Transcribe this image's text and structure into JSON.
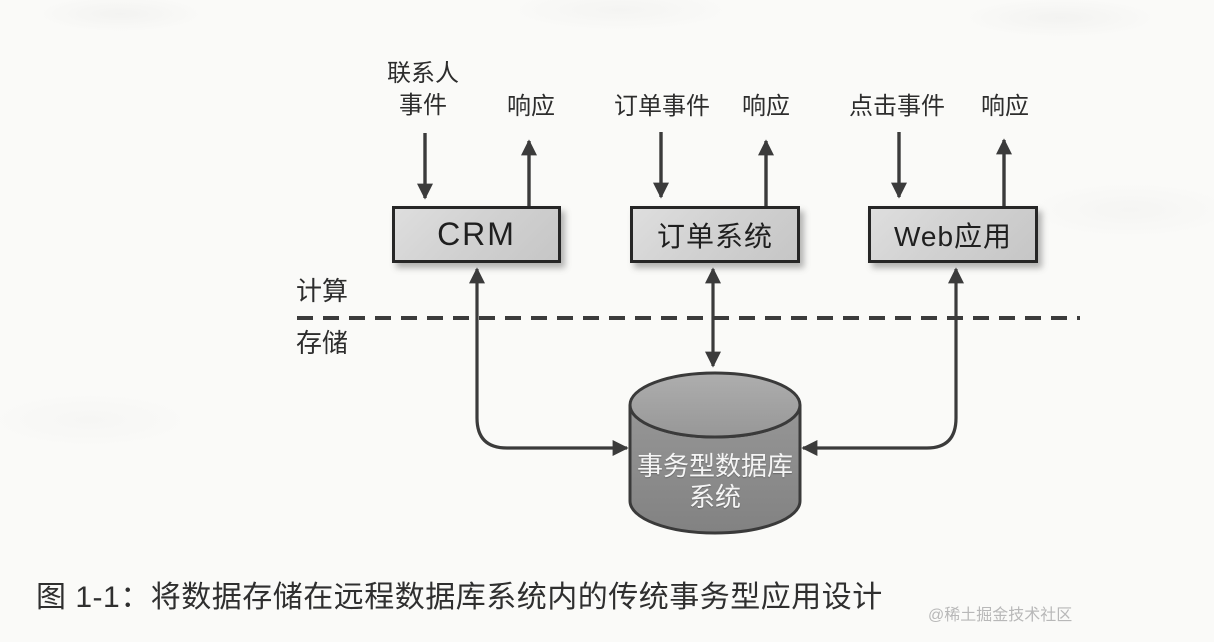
{
  "figure": {
    "compute_label": "计算",
    "storage_label": "存储",
    "systems": [
      {
        "box_label": "CRM",
        "event_label_lines": [
          "联系人",
          "事件"
        ],
        "response_label": "响应"
      },
      {
        "box_label": "订单系统",
        "event_label_lines": [
          "订单事件"
        ],
        "response_label": "响应"
      },
      {
        "box_label": "Web应用",
        "event_label_lines": [
          "点击事件"
        ],
        "response_label": "响应"
      }
    ],
    "database_label_lines": [
      "事务型数据库",
      "系统"
    ]
  },
  "caption": "图 1-1：将数据存储在远程数据库系统内的传统事务型应用设计",
  "watermark": "@稀土掘金技术社区",
  "colors": {
    "arrow_line": "#3b3b3b",
    "box_fill": "#d2d2d2",
    "box_border": "#262626",
    "cylinder_body": "#8b8b8b",
    "cylinder_top": "#a2a2a2",
    "label_text": "#2d2d2d",
    "db_text": "#f5f5f5",
    "caption_text": "#2f2f2f",
    "watermark_text": "#b8b8b8",
    "background": "#fafaf8"
  }
}
